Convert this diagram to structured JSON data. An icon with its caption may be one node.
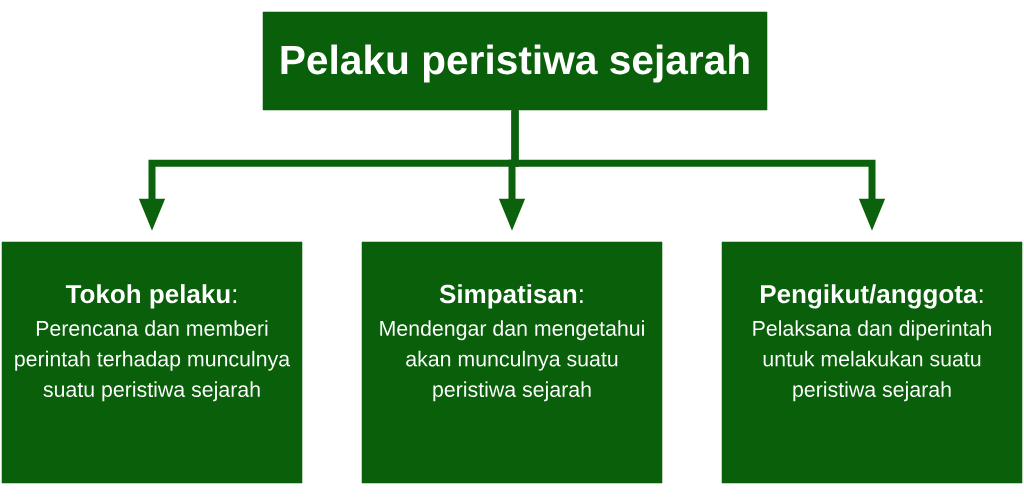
{
  "diagram": {
    "nodes": [
      {
        "text": [
          "Pelaku peristiwa sejarah"
        ]
      },
      {
        "text": [
          "**Tokoh pelaku**:",
          "Perencana dan memberi perintah terhadap munculnya suatu peristiwa sejarah"
        ]
      },
      {
        "text": [
          "**Simpatisan**:",
          "Mendengar dan mengetahui akan munculnya suatu peristiwa sejarah"
        ]
      },
      {
        "text": [
          "**Pengikut/anggota**:",
          "Pelaksana dan diperintah untuk melakukan suatu peristiwa sejarah"
        ]
      }
    ],
    "edges": [
      {
        "from": 0,
        "to": 1,
        "arrow": "to"
      },
      {
        "from": 0,
        "to": 2,
        "arrow": "to"
      },
      {
        "from": 0,
        "to": 3,
        "arrow": "to"
      }
    ]
  }
}
